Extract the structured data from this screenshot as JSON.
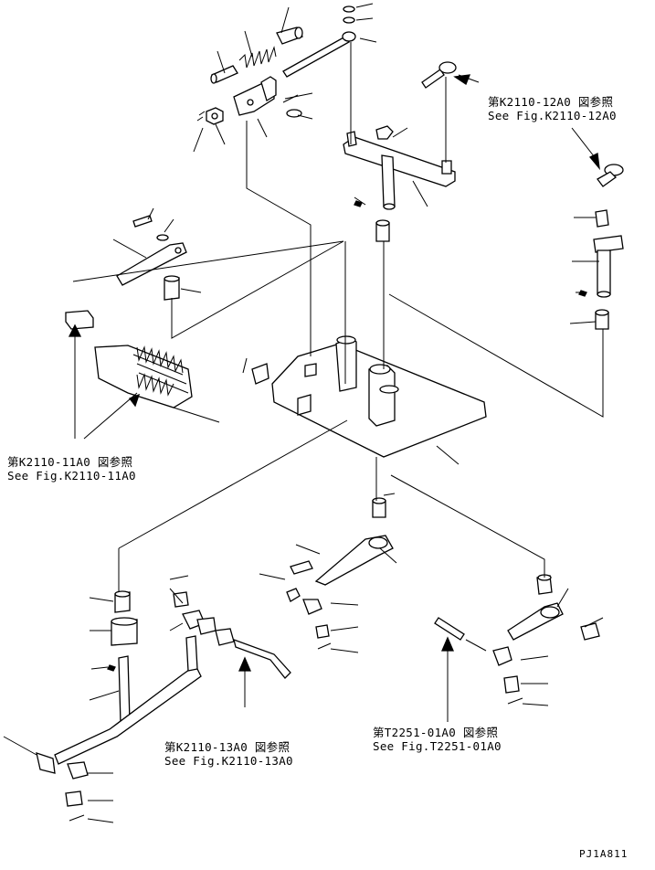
{
  "references": [
    {
      "id": "ref-12a0",
      "jp": "第K2110-12A0 図参照",
      "en": "See Fig.K2110-12A0"
    },
    {
      "id": "ref-11a0",
      "jp": "第K2110-11A0 図参照",
      "en": "See Fig.K2110-11A0"
    },
    {
      "id": "ref-13a0",
      "jp": "第K2110-13A0 図参照",
      "en": "See Fig.K2110-13A0"
    },
    {
      "id": "ref-t2251",
      "jp": "第T2251-01A0 図参照",
      "en": "See Fig.T2251-01A0"
    }
  ],
  "drawing_code": "PJ1A811"
}
